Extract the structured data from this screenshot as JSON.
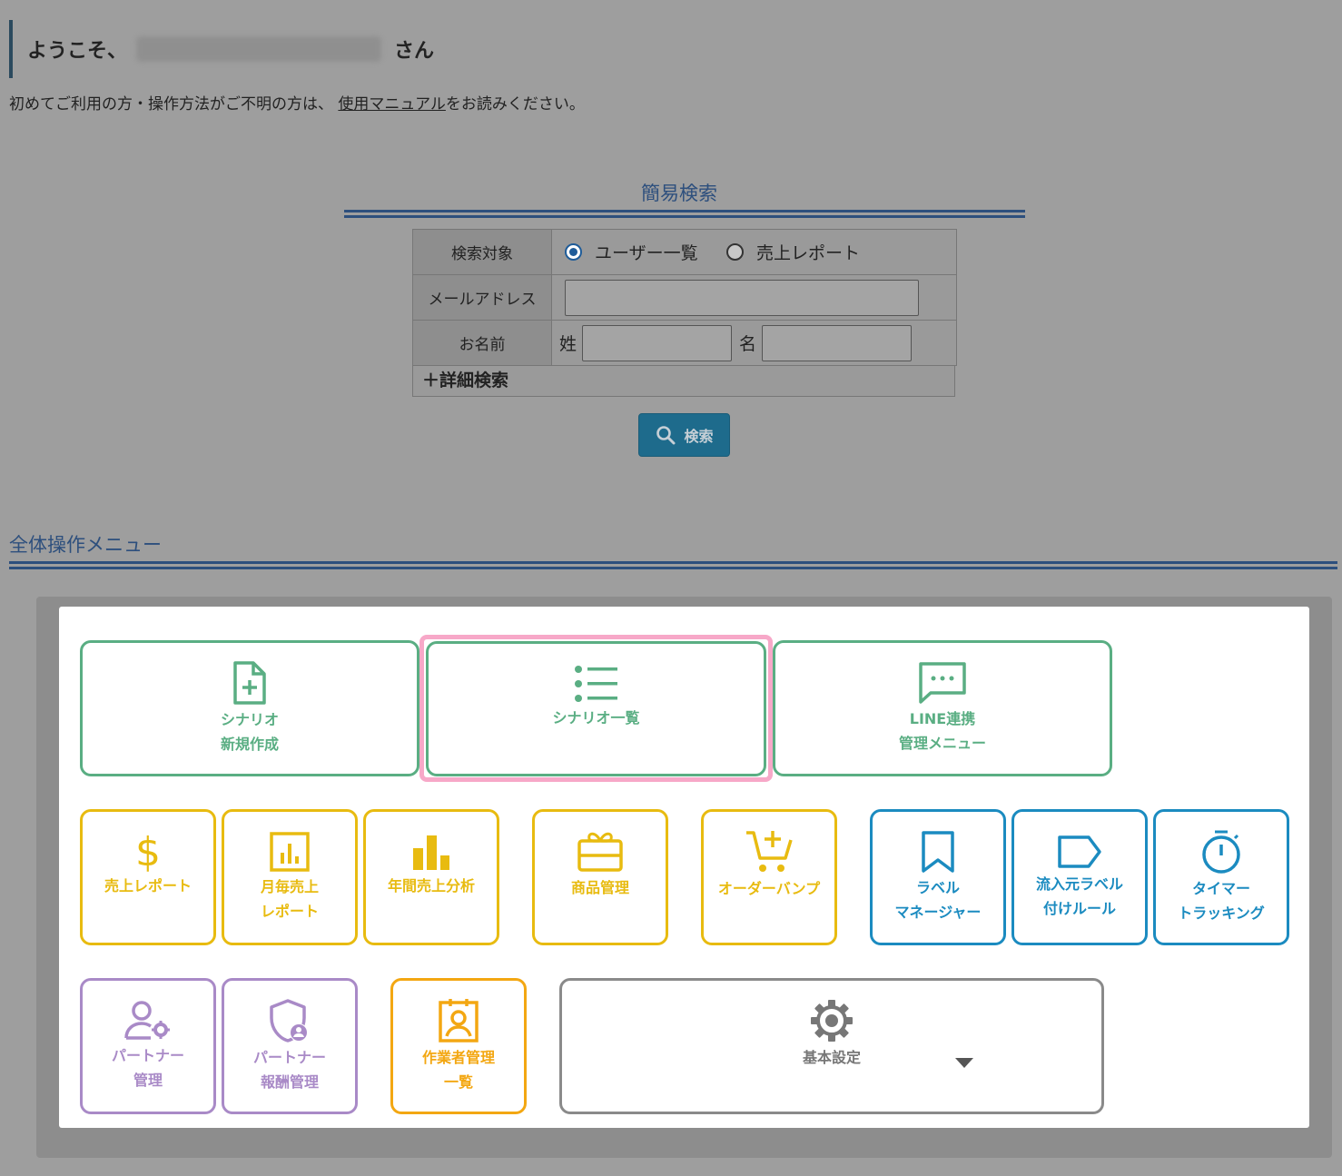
{
  "welcome": {
    "prefix": "ようこそ、",
    "suffix": "さん"
  },
  "intro": {
    "before": "初めてご利用の方・操作方法がご不明の方は、 ",
    "link": "使用マニュアル",
    "after": "をお読みください。"
  },
  "search": {
    "title": "簡易検索",
    "target_label": "検索対象",
    "target_options": [
      "ユーザー一覧",
      "売上レポート"
    ],
    "target_selected": "ユーザー一覧",
    "email_label": "メールアドレス",
    "email_value": "",
    "name_label": "お名前",
    "last_name_label": "姓",
    "first_name_label": "名",
    "last_name_value": "",
    "first_name_value": "",
    "advanced_label": "＋詳細検索",
    "button_label": "検索"
  },
  "menu": {
    "title": "全体操作メニュー",
    "tiles": {
      "scenario_new": [
        "シナリオ",
        "新規作成"
      ],
      "scenario_list": [
        "シナリオ一覧"
      ],
      "line": [
        "LINE連携",
        "管理メニュー"
      ],
      "sales_report": [
        "売上レポート"
      ],
      "monthly_sales": [
        "月毎売上",
        "レポート"
      ],
      "annual_sales": [
        "年間売上分析"
      ],
      "products": [
        "商品管理"
      ],
      "order_bump": [
        "オーダーバンプ"
      ],
      "label_manager": [
        "ラベル",
        "マネージャー"
      ],
      "source_label": [
        "流入元ラベル",
        "付けルール"
      ],
      "timer": [
        "タイマー",
        "トラッキング"
      ],
      "partner": [
        "パートナー",
        "管理"
      ],
      "partner_reward": [
        "パートナー",
        "報酬管理"
      ],
      "worker": [
        "作業者管理",
        "一覧"
      ],
      "settings": [
        "基本設定"
      ]
    }
  },
  "colors": {
    "green": "#5aae83",
    "yellow": "#e8bb10",
    "blue": "#1b8bc0",
    "purple": "#a98ac7",
    "orange": "#f3a712",
    "gray": "#8a8a8a",
    "highlight": "#f7a8c8"
  }
}
